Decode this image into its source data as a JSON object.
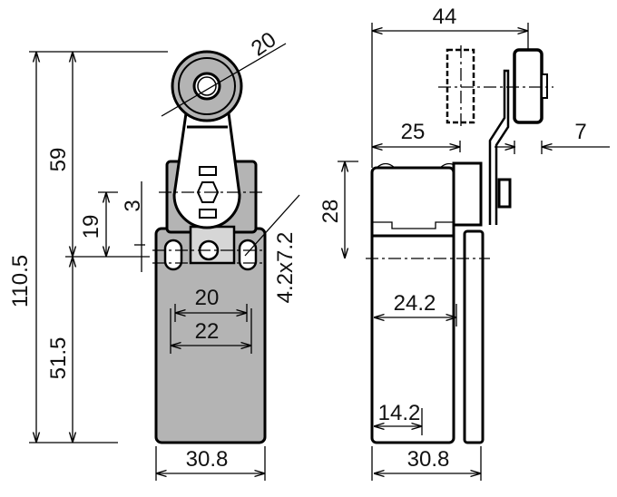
{
  "front_view": {
    "roller_diameter": "20",
    "overall_height": "110.5",
    "roller_to_mount": "59",
    "mount_to_bottom": "51.5",
    "lever_pivot_offset": "19",
    "slot_offset": "3",
    "hole_spacing_min": "20",
    "hole_spacing_max": "22",
    "slot_size": "4.2x7.2",
    "width": "30.8"
  },
  "side_view": {
    "overall_depth": "44",
    "body_to_roller_pos": "25",
    "roller_width": "7",
    "head_height": "28",
    "body_depth": "24.2",
    "small_depth": "14.2",
    "width": "30.8"
  },
  "colors": {
    "body": "#b4b4b4",
    "line": "#000000"
  }
}
